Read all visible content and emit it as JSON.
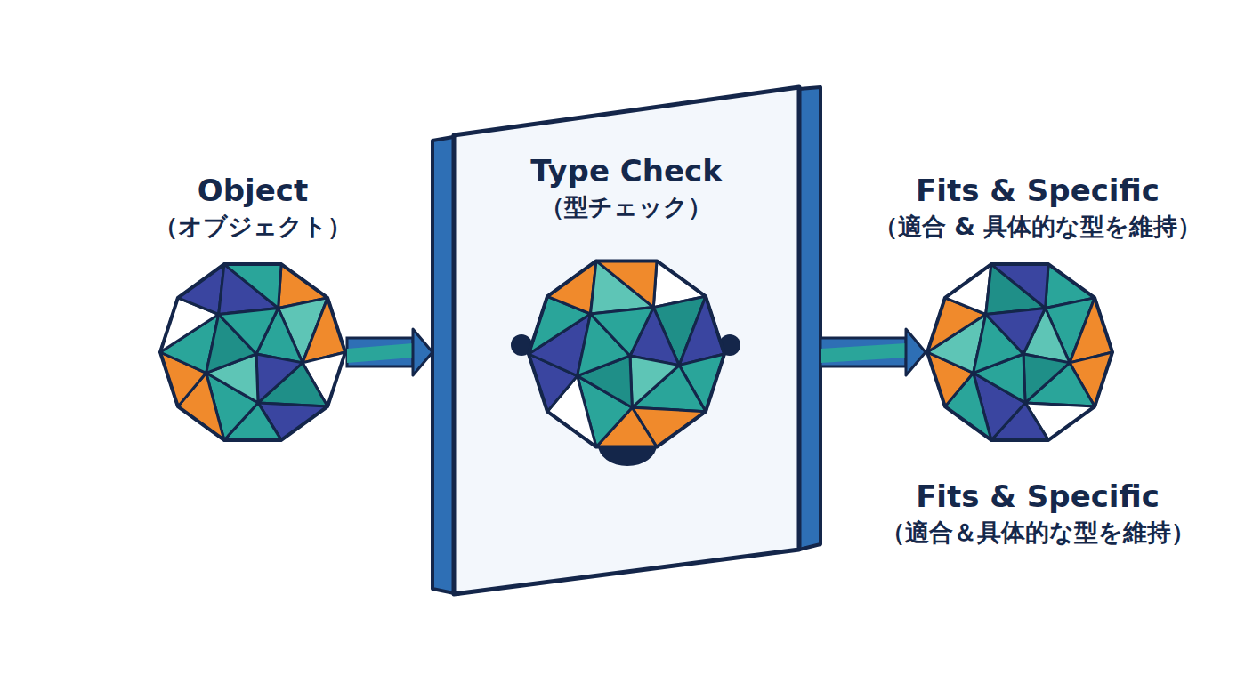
{
  "diagram": {
    "nodes": [
      {
        "text": [
          "Object",
          "（オブジェクト）"
        ]
      },
      {
        "text": [
          "Type Check",
          "（型チェック）"
        ]
      },
      {
        "text": [
          "Fits & Specific",
          "（適合 & 具体的な型を維持）"
        ]
      }
    ],
    "edges": [
      {
        "from": 0,
        "to": 1,
        "arrow": "to"
      },
      {
        "from": 1,
        "to": 2,
        "arrow": "to"
      }
    ],
    "labels": [
      "Fits & Specific",
      "（適合＆具体的な型を維持）"
    ]
  }
}
